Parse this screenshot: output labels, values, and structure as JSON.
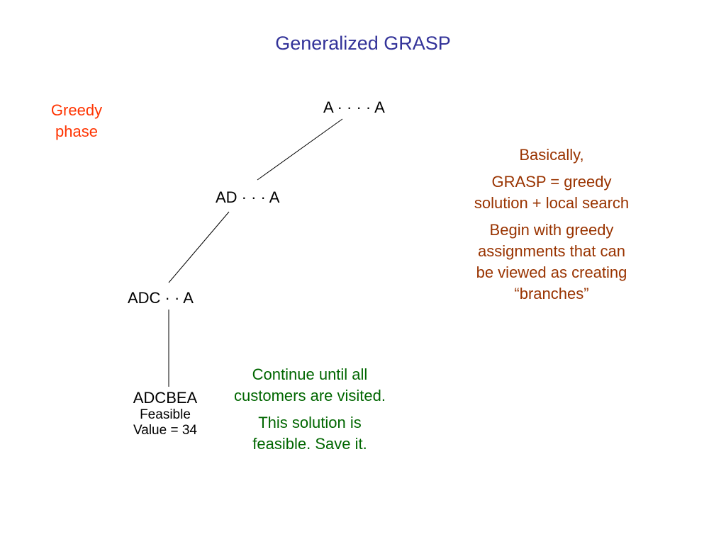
{
  "slide": {
    "title": "Generalized GRASP",
    "phase_label_line1": "Greedy",
    "phase_label_line2": "phase"
  },
  "tree": {
    "nodes": [
      {
        "label": "A · · · · A"
      },
      {
        "label": "AD · · · A"
      },
      {
        "label": "ADC · · A"
      },
      {
        "label": "ADCBEA",
        "status": "Feasible",
        "value": "Value = 34"
      }
    ]
  },
  "notes": {
    "right": [
      "Basically,",
      "GRASP = greedy solution + local search",
      "Begin with greedy assignments that can be viewed as creating “branches”"
    ],
    "bottom": [
      "Continue until all customers are visited.",
      "This solution is feasible.  Save it."
    ]
  },
  "colors": {
    "title": "#333399",
    "phase": "#ff3300",
    "right_note": "#993300",
    "bottom_note": "#006600",
    "edges": "#000000"
  }
}
